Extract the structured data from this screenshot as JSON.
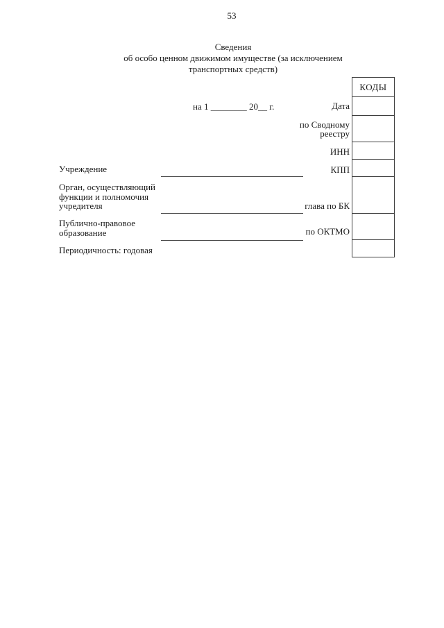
{
  "page": {
    "number": "53",
    "background_color": "#ffffff",
    "text_color": "#1b1b1b",
    "line_color": "#3d3d3d"
  },
  "title": {
    "lines": [
      "Сведения",
      "об особо ценном движимом имуществе (за исключением",
      "транспортных средств)"
    ]
  },
  "date_line": "на 1 ________ 20__ г.",
  "left_labels": {
    "institution": "Учреждение",
    "founder_body_lines": [
      "Орган, осуществляющий",
      "функции и полномочия",
      "учредителя"
    ],
    "public_entity_lines": [
      "Публично-правовое",
      "образование"
    ],
    "periodicity": "Периодичность: годовая"
  },
  "codes_table": {
    "header": "КОДЫ",
    "row_labels": {
      "date": "Дата",
      "registry_lines": [
        "по Сводному",
        "реестру"
      ],
      "inn": "ИНН",
      "kpp": "КПП",
      "bk_chapter": "глава по БК",
      "oktmo": "по ОКТМО"
    },
    "cell_values": [
      "",
      "",
      "",
      "",
      "",
      "",
      ""
    ]
  }
}
